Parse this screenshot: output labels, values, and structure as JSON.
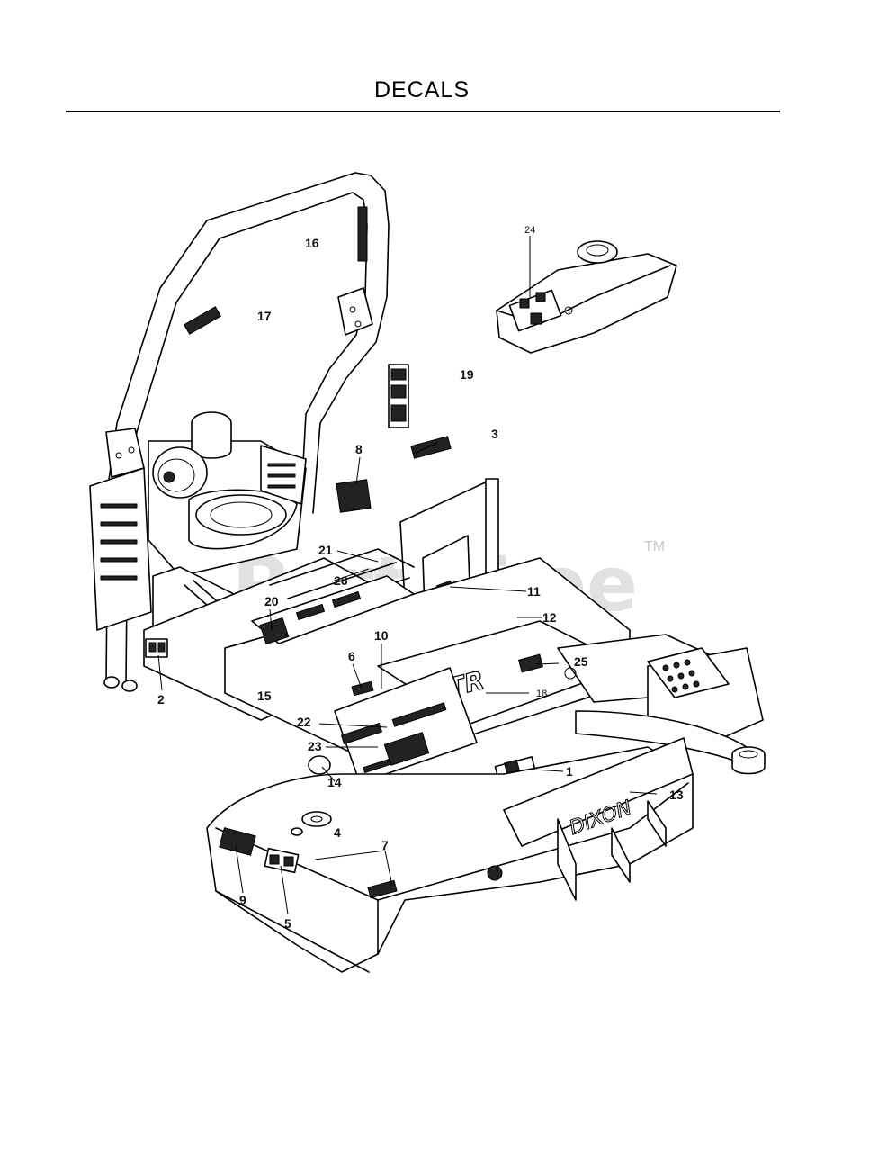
{
  "page": {
    "title": "DECALS"
  },
  "watermark": {
    "text": "PartsTree",
    "trademark": "TM"
  },
  "diagram": {
    "callouts": [
      {
        "id": "c1",
        "label": "1"
      },
      {
        "id": "c2",
        "label": "2"
      },
      {
        "id": "c3",
        "label": "3"
      },
      {
        "id": "c4",
        "label": "4"
      },
      {
        "id": "c5",
        "label": "5"
      },
      {
        "id": "c6",
        "label": "6"
      },
      {
        "id": "c7",
        "label": "7"
      },
      {
        "id": "c8",
        "label": "8"
      },
      {
        "id": "c9",
        "label": "9"
      },
      {
        "id": "c10",
        "label": "10"
      },
      {
        "id": "c11",
        "label": "11"
      },
      {
        "id": "c12",
        "label": "12"
      },
      {
        "id": "c13",
        "label": "13"
      },
      {
        "id": "c14",
        "label": "14"
      },
      {
        "id": "c15",
        "label": "15"
      },
      {
        "id": "c16",
        "label": "16"
      },
      {
        "id": "c17",
        "label": "17"
      },
      {
        "id": "c18",
        "label": "18"
      },
      {
        "id": "c19",
        "label": "19"
      },
      {
        "id": "c20",
        "label": "20"
      },
      {
        "id": "c21",
        "label": "21"
      },
      {
        "id": "c22",
        "label": "22"
      },
      {
        "id": "c23",
        "label": "23"
      },
      {
        "id": "c24",
        "label": "24"
      },
      {
        "id": "c25",
        "label": "25"
      },
      {
        "id": "c26",
        "label": "26"
      }
    ],
    "decal_text": {
      "brand": "DIXON",
      "model": "ZTR"
    }
  }
}
